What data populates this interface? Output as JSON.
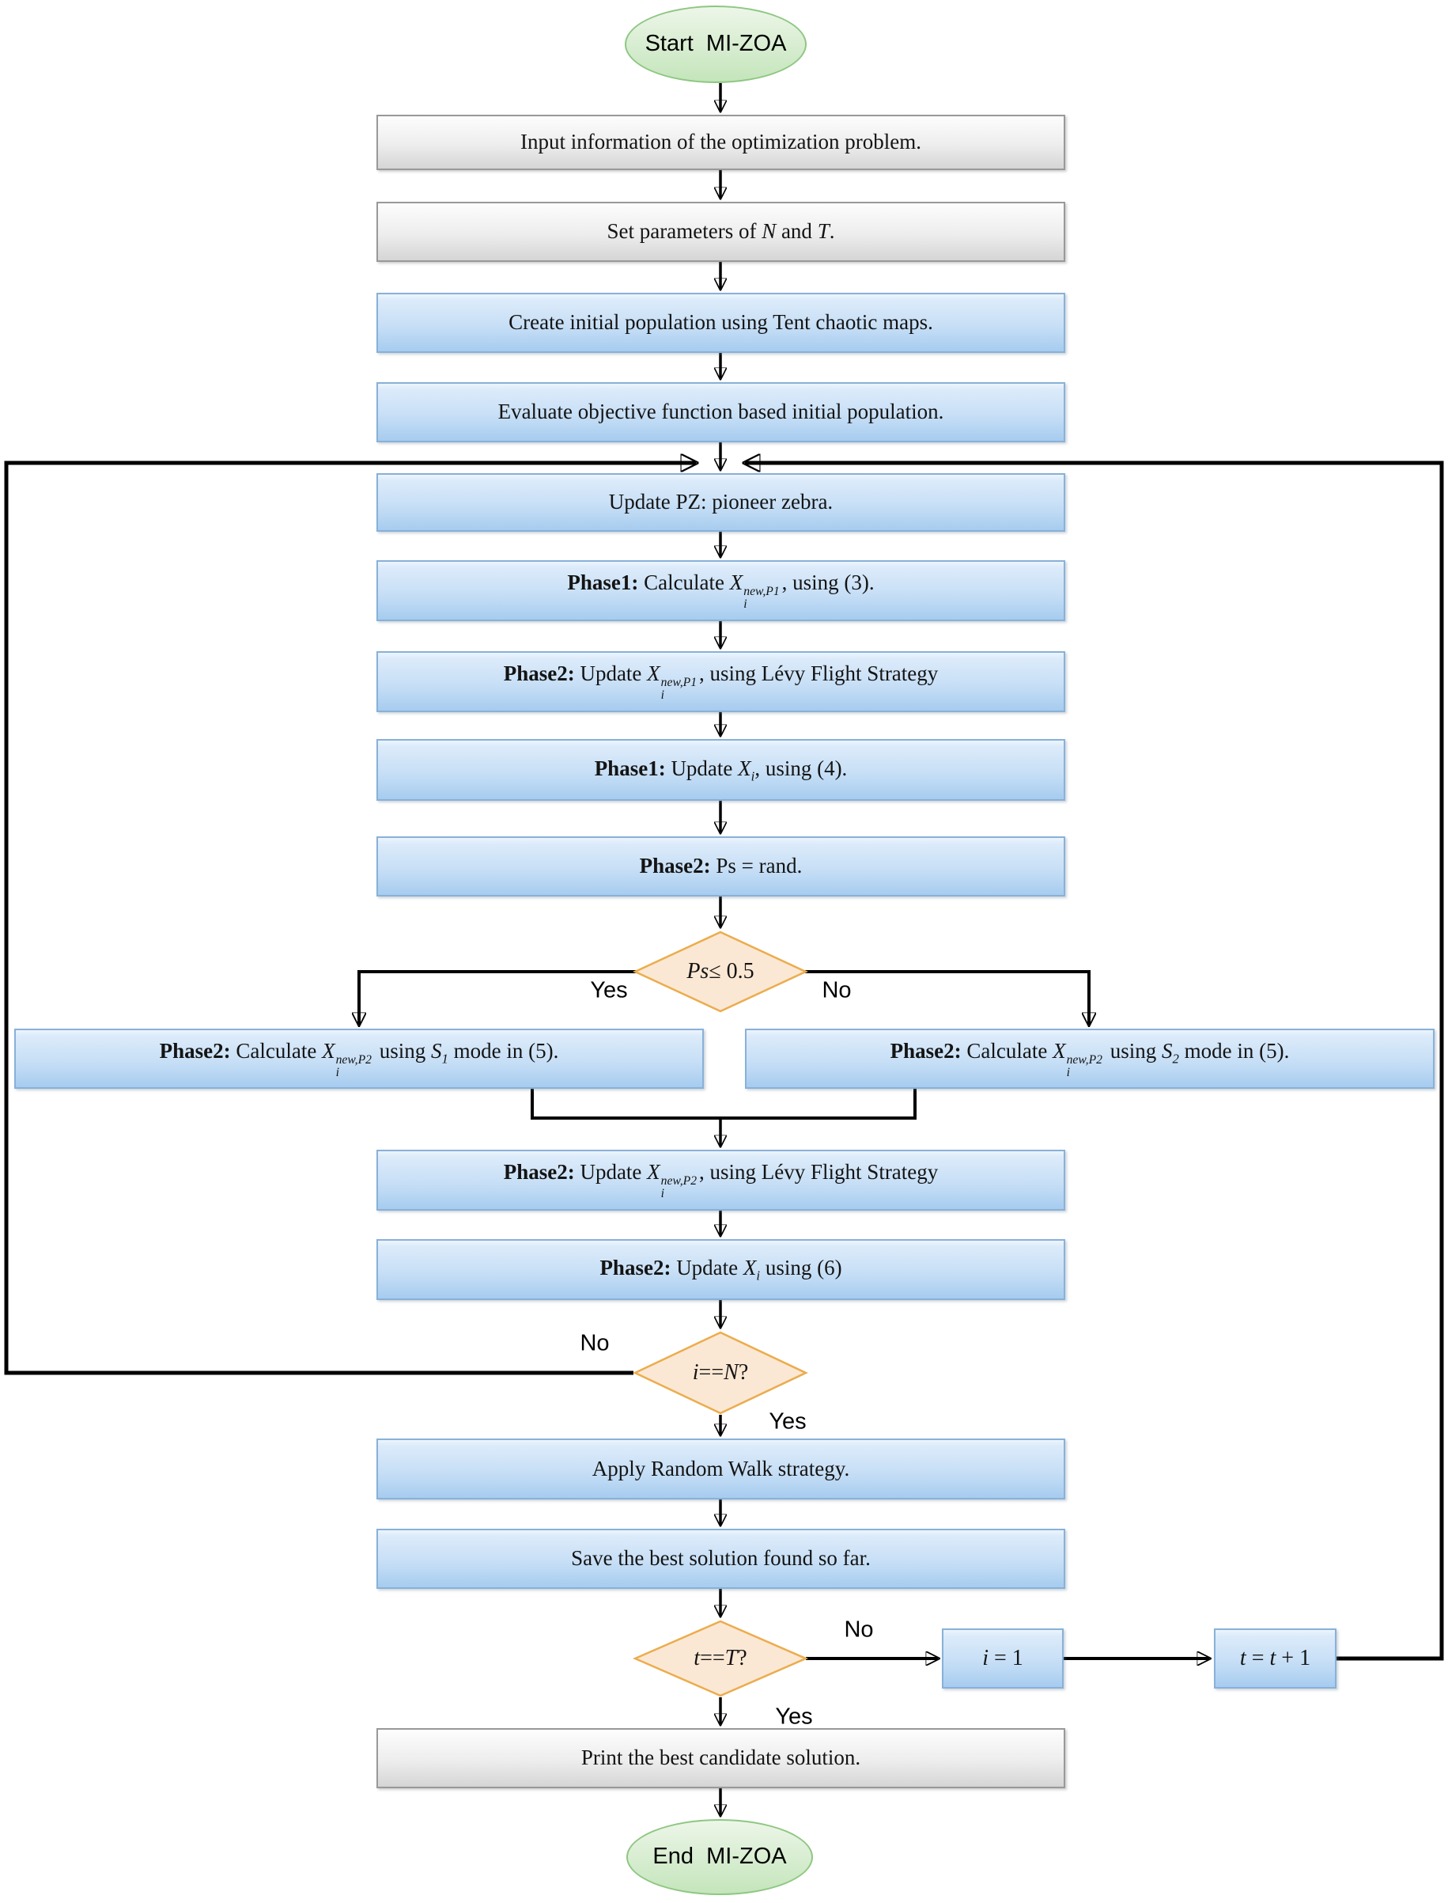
{
  "colors": {
    "blue-top": "#dcebfa",
    "blue-mid": "#c7dff6",
    "blue-bot": "#a7ccef",
    "blue-border": "#88b1d8",
    "gray-top": "#fdfdfd",
    "gray-bot": "#d5d5d5",
    "gray-border": "#999999",
    "green-top": "#edf6e9",
    "green-bot": "#c4e5bb",
    "green-border": "#8ec782",
    "diamond-fill": "#fbe8d4",
    "diamond-border": "#ecac4d",
    "line": "#000000",
    "text": "#141414"
  },
  "edge_labels": {
    "yes": "Yes",
    "no": "No"
  },
  "nodes": {
    "start": {
      "label": "Start  MI-ZOA"
    },
    "end": {
      "label": "End  MI-ZOA"
    },
    "input": {
      "parts": [
        {
          "t": "Input information of the optimization problem."
        }
      ]
    },
    "setparams": {
      "parts": [
        {
          "t": "Set parameters of "
        },
        {
          "v": "N"
        },
        {
          "t": " and "
        },
        {
          "v": "T"
        },
        {
          "t": "."
        }
      ]
    },
    "create": {
      "parts": [
        {
          "t": "Create initial population using Tent chaotic maps."
        }
      ]
    },
    "evaluate": {
      "parts": [
        {
          "t": "Evaluate objective function based initial population."
        }
      ]
    },
    "updatepz": {
      "parts": [
        {
          "t": "Update PZ: pioneer zebra."
        }
      ]
    },
    "p1calc": {
      "parts": [
        {
          "b": "Phase1:"
        },
        {
          "t": " Calculate "
        },
        {
          "v": "X"
        },
        {
          "ss": {
            "sup": "new,P1",
            "sub": "i"
          }
        },
        {
          "t": ", using (3)."
        }
      ]
    },
    "p2lev1": {
      "parts": [
        {
          "b": "Phase2:"
        },
        {
          "t": " Update "
        },
        {
          "v": "X"
        },
        {
          "ss": {
            "sup": "new,P1",
            "sub": "i"
          }
        },
        {
          "t": ", using Lévy Flight Strategy"
        }
      ]
    },
    "p1upd": {
      "parts": [
        {
          "b": "Phase1:"
        },
        {
          "t": " Update "
        },
        {
          "v": "X"
        },
        {
          "sub": "i"
        },
        {
          "t": ", using (4)."
        }
      ]
    },
    "p2ps": {
      "parts": [
        {
          "b": "Phase2:"
        },
        {
          "t": " Ps = rand."
        }
      ]
    },
    "dps": {
      "parts": [
        {
          "v": "Ps"
        },
        {
          "t": " ≤ 0.5"
        }
      ]
    },
    "s1": {
      "parts": [
        {
          "b": "Phase2:"
        },
        {
          "t": " Calculate "
        },
        {
          "v": "X"
        },
        {
          "ss": {
            "sup": "new,P2",
            "sub": "i"
          }
        },
        {
          "t": " using "
        },
        {
          "v": "S"
        },
        {
          "sub": "1"
        },
        {
          "t": " mode in (5)."
        }
      ]
    },
    "s2": {
      "parts": [
        {
          "b": "Phase2:"
        },
        {
          "t": " Calculate "
        },
        {
          "v": "X"
        },
        {
          "ss": {
            "sup": "new,P2",
            "sub": "i"
          }
        },
        {
          "t": " using "
        },
        {
          "v": "S"
        },
        {
          "sub": "2"
        },
        {
          "t": " mode in (5)."
        }
      ]
    },
    "p2lev2": {
      "parts": [
        {
          "b": "Phase2:"
        },
        {
          "t": " Update "
        },
        {
          "v": "X"
        },
        {
          "ss": {
            "sup": "new,P2",
            "sub": "i"
          }
        },
        {
          "t": ", using Lévy Flight Strategy"
        }
      ]
    },
    "p2upd6": {
      "parts": [
        {
          "b": "Phase2:"
        },
        {
          "t": " Update "
        },
        {
          "v": "X"
        },
        {
          "sub": "i"
        },
        {
          "t": " using (6)"
        }
      ]
    },
    "di": {
      "parts": [
        {
          "v": "i"
        },
        {
          "t": " == "
        },
        {
          "v": "N"
        },
        {
          "t": "?"
        }
      ]
    },
    "walk": {
      "parts": [
        {
          "t": "Apply Random Walk strategy."
        }
      ]
    },
    "save": {
      "parts": [
        {
          "t": "Save the best solution found so far."
        }
      ]
    },
    "dt": {
      "parts": [
        {
          "v": "t"
        },
        {
          "t": " == "
        },
        {
          "v": "T"
        },
        {
          "t": "?"
        }
      ]
    },
    "i1": {
      "parts": [
        {
          "v": "i"
        },
        {
          "t": " = 1"
        }
      ]
    },
    "t1": {
      "parts": [
        {
          "v": "t"
        },
        {
          "t": " = "
        },
        {
          "v": "t"
        },
        {
          "t": " + 1"
        }
      ]
    },
    "print": {
      "parts": [
        {
          "t": "Print the best candidate solution."
        }
      ]
    }
  }
}
